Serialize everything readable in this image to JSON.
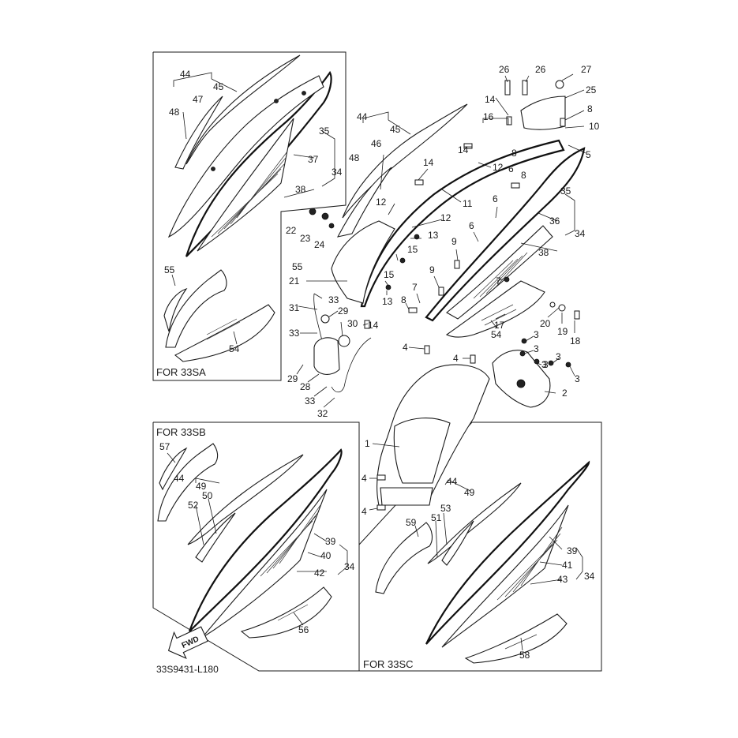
{
  "diagram_code": "33S9431-L180",
  "fwd_label": "FWD",
  "frames": {
    "sa": "FOR 33SA",
    "sb": "FOR 33SB",
    "sc": "FOR 33SC"
  },
  "callouts": {
    "sa": [
      "44",
      "45",
      "47",
      "48",
      "35",
      "37",
      "34",
      "38",
      "55",
      "54"
    ],
    "main": [
      "26",
      "26",
      "27",
      "25",
      "14",
      "16",
      "8",
      "10",
      "44",
      "45",
      "46",
      "14",
      "8",
      "5",
      "48",
      "14",
      "12",
      "6",
      "8",
      "11",
      "35",
      "12",
      "6",
      "12",
      "36",
      "22",
      "23",
      "24",
      "13",
      "6",
      "34",
      "9",
      "55",
      "15",
      "38",
      "15",
      "9",
      "7",
      "21",
      "33",
      "13",
      "8",
      "7",
      "31",
      "29",
      "30",
      "14",
      "54",
      "17",
      "20",
      "19",
      "18",
      "33",
      "4",
      "3",
      "3",
      "4",
      "3",
      "3",
      "3",
      "29",
      "28",
      "3",
      "33",
      "2",
      "32",
      "1",
      "4",
      "4"
    ],
    "sb": [
      "57",
      "44",
      "49",
      "50",
      "52",
      "39",
      "40",
      "34",
      "42",
      "56"
    ],
    "sc": [
      "44",
      "49",
      "53",
      "51",
      "59",
      "39",
      "41",
      "34",
      "43",
      "58"
    ]
  }
}
